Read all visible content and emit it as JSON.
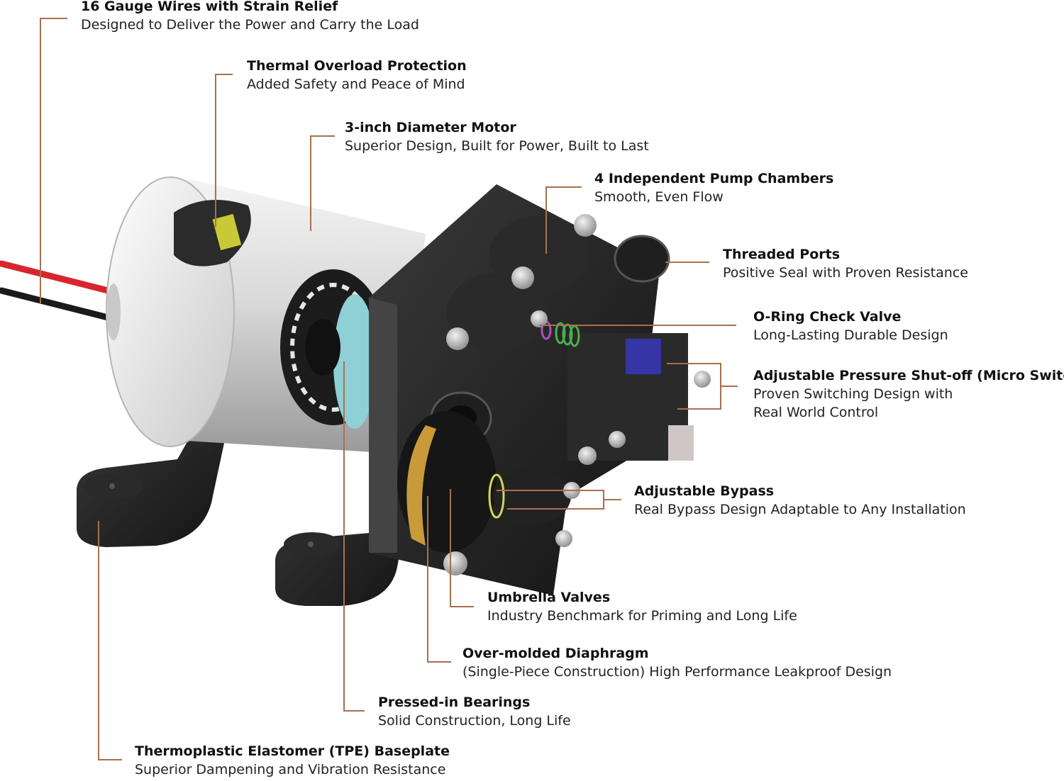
{
  "accent_color": "#a8704f",
  "callouts": [
    {
      "id": "wires",
      "title": "16 Gauge Wires with Strain Relief",
      "lines": [
        "Designed to Deliver the Power and Carry the Load"
      ]
    },
    {
      "id": "thermal",
      "title": "Thermal Overload Protection",
      "lines": [
        "Added Safety and Peace of Mind"
      ]
    },
    {
      "id": "motor",
      "title": "3-inch Diameter Motor",
      "lines": [
        "Superior Design, Built for Power, Built to Last"
      ]
    },
    {
      "id": "chambers",
      "title": "4 Independent Pump Chambers",
      "lines": [
        "Smooth, Even Flow"
      ]
    },
    {
      "id": "ports",
      "title": "Threaded Ports",
      "lines": [
        "Positive Seal with Proven Resistance"
      ]
    },
    {
      "id": "oring",
      "title": "O-Ring Check Valve",
      "lines": [
        "Long-Lasting Durable Design"
      ]
    },
    {
      "id": "switch",
      "title": "Adjustable Pressure Shut-off (Micro Switch)",
      "lines": [
        "Proven Switching Design with",
        "Real World Control"
      ]
    },
    {
      "id": "bypass",
      "title": "Adjustable Bypass",
      "lines": [
        "Real Bypass Design Adaptable to Any Installation"
      ]
    },
    {
      "id": "umbrella",
      "title": "Umbrella Valves",
      "lines": [
        "Industry Benchmark for Priming and Long Life"
      ]
    },
    {
      "id": "diaphragm",
      "title": "Over-molded Diaphragm",
      "lines": [
        "(Single-Piece Construction) High Performance Leakproof Design"
      ]
    },
    {
      "id": "bearings",
      "title": "Pressed-in Bearings",
      "lines": [
        "Solid Construction, Long Life"
      ]
    },
    {
      "id": "baseplate",
      "title": "Thermoplastic Elastomer (TPE) Baseplate",
      "lines": [
        "Superior Dampening and Vibration Resistance"
      ]
    }
  ]
}
